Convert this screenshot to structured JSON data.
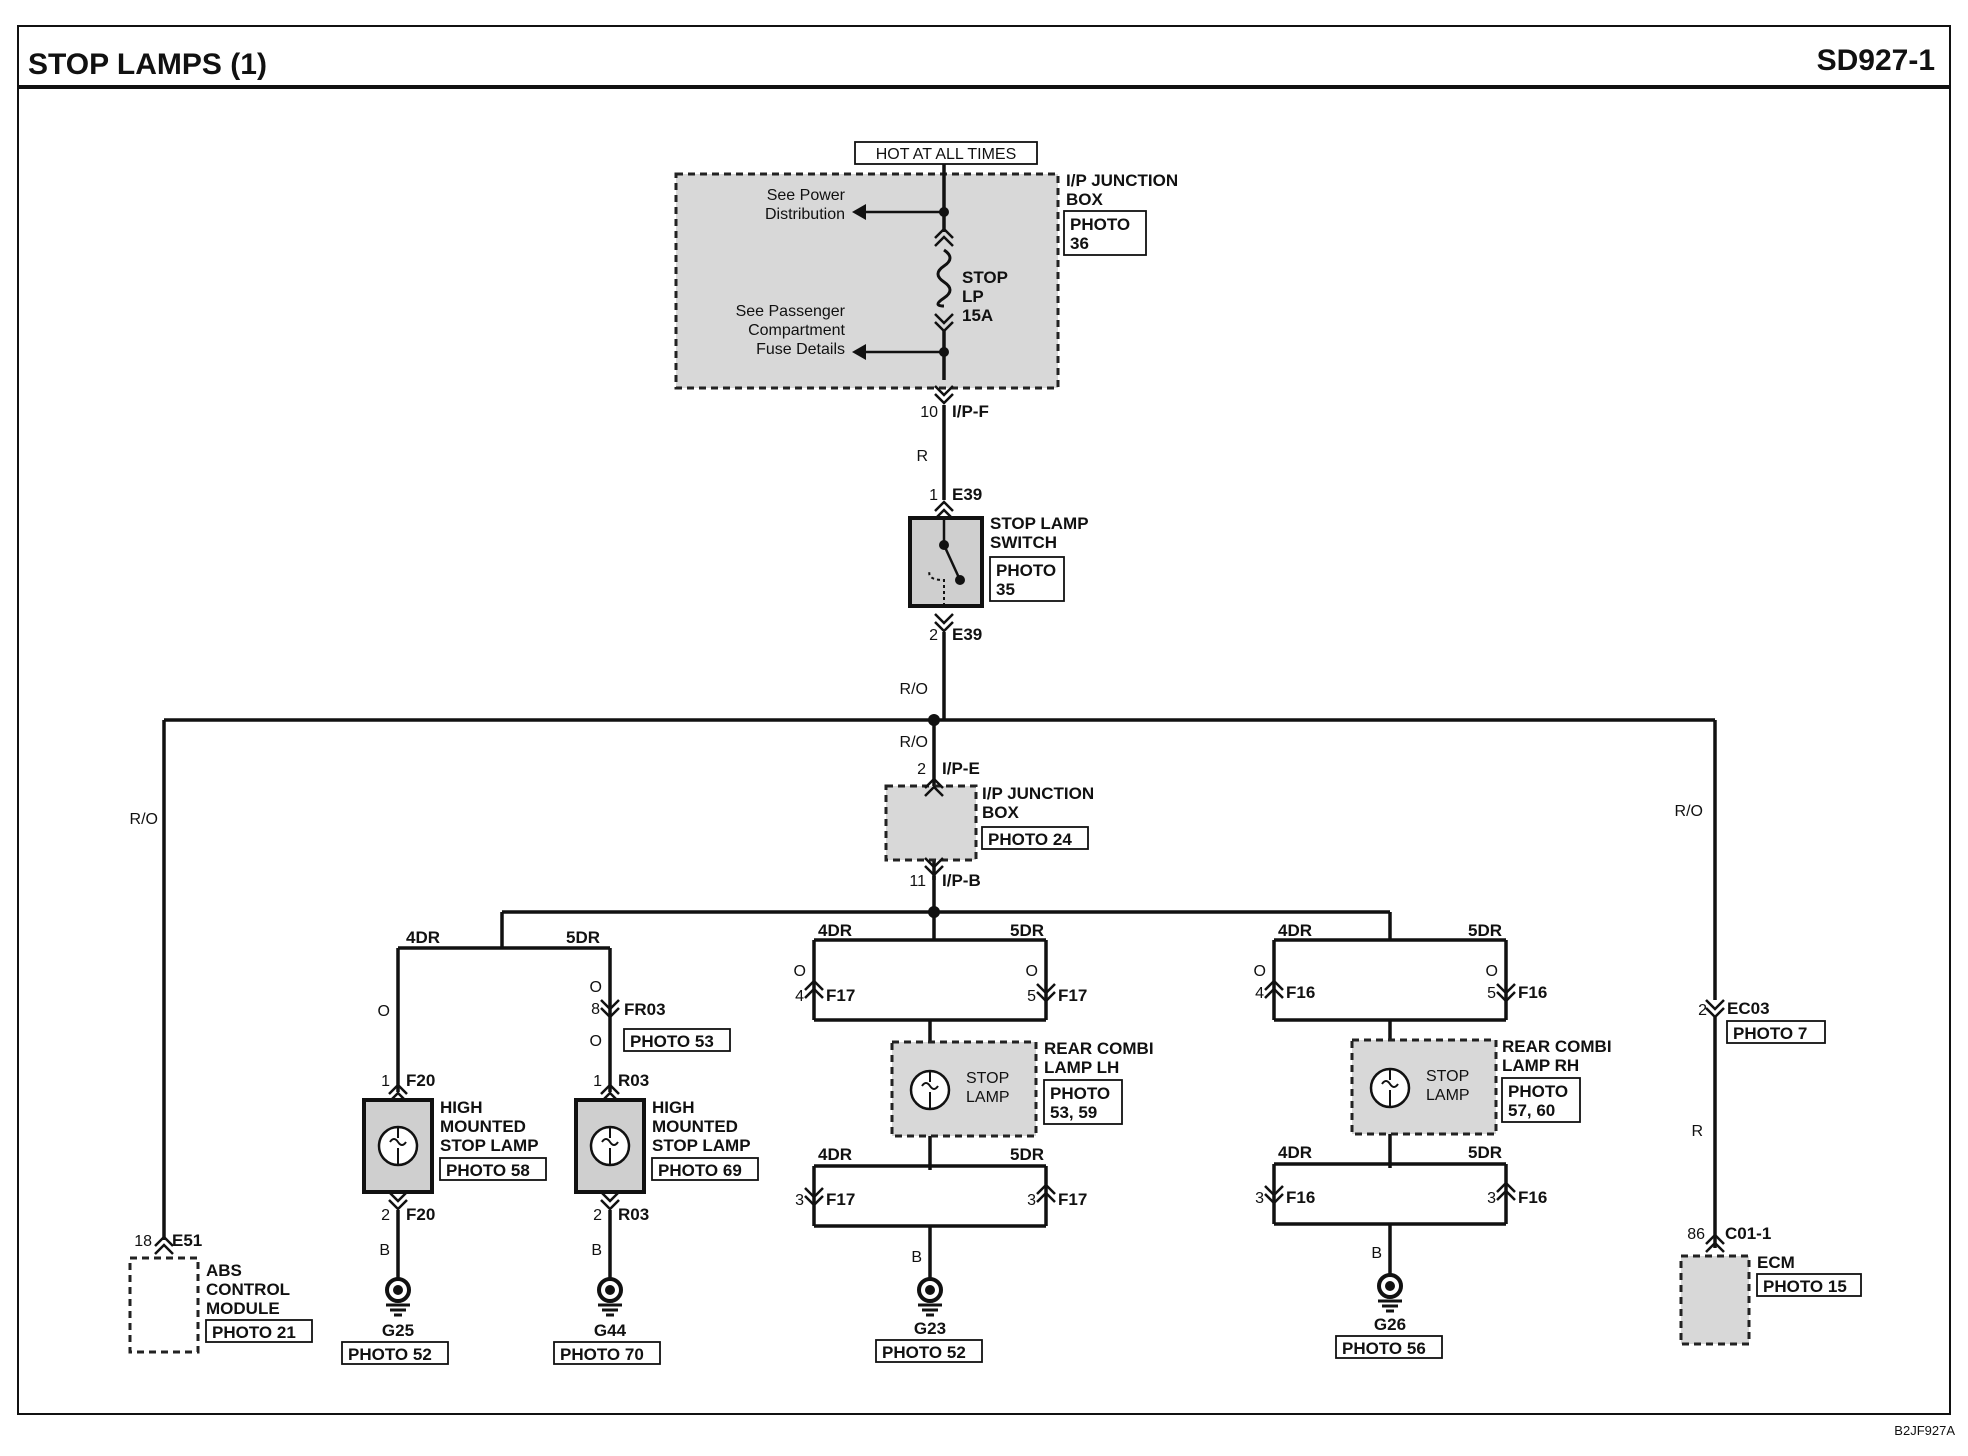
{
  "title": "STOP LAMPS (1)",
  "page_code": "SD927-1",
  "figure_code": "B2JF927A",
  "power": {
    "hot_label": "HOT AT ALL TIMES",
    "jb_name_1": "I/P JUNCTION",
    "jb_name_2": "BOX",
    "jb_photo_1": "PHOTO",
    "jb_photo_2": "36",
    "see_power_1": "See Power",
    "see_power_2": "Distribution",
    "see_fuse_1": "See Passenger",
    "see_fuse_2": "Compartment",
    "see_fuse_3": "Fuse Details",
    "fuse_1": "STOP",
    "fuse_2": "LP",
    "fuse_3": "15A",
    "out_pin": "10",
    "out_conn": "I/P-F",
    "wire": "R"
  },
  "switch": {
    "in_pin": "1",
    "in_conn": "E39",
    "name_1": "STOP LAMP",
    "name_2": "SWITCH",
    "photo_1": "PHOTO",
    "photo_2": "35",
    "out_pin": "2",
    "out_conn": "E39",
    "wire": "R/O"
  },
  "center_jb": {
    "wire": "R/O",
    "in_pin": "2",
    "in_conn": "I/P-E",
    "name_1": "I/P JUNCTION",
    "name_2": "BOX",
    "photo": "PHOTO 24",
    "out_pin": "11",
    "out_conn": "I/P-B"
  },
  "abs": {
    "wire": "R/O",
    "pin": "18",
    "conn": "E51",
    "name_1": "ABS",
    "name_2": "CONTROL",
    "name_3": "MODULE",
    "photo": "PHOTO 21"
  },
  "ecm": {
    "wire_top": "R/O",
    "pin_a": "2",
    "conn_a": "EC03",
    "photo_a": "PHOTO 7",
    "wire_bottom": "R",
    "pin_b": "86",
    "conn_b": "C01-1",
    "name": "ECM",
    "photo": "PHOTO 15"
  },
  "hmsl_4dr": {
    "variant": "4DR",
    "wire_in": "O",
    "pin_in": "1",
    "conn_in": "F20",
    "name_1": "HIGH",
    "name_2": "MOUNTED",
    "name_3": "STOP LAMP",
    "photo": "PHOTO 58",
    "pin_out": "2",
    "conn_out": "F20",
    "wire_out": "B",
    "ground": "G25",
    "ground_photo": "PHOTO 52"
  },
  "hmsl_5dr": {
    "variant": "5DR",
    "wire_a": "O",
    "pin_a": "8",
    "conn_a": "FR03",
    "photo_a": "PHOTO 53",
    "wire_in": "O",
    "pin_in": "1",
    "conn_in": "R03",
    "name_1": "HIGH",
    "name_2": "MOUNTED",
    "name_3": "STOP LAMP",
    "photo": "PHOTO 69",
    "pin_out": "2",
    "conn_out": "R03",
    "wire_out": "B",
    "ground": "G44",
    "ground_photo": "PHOTO 70"
  },
  "combi_lh": {
    "var_a": "4DR",
    "var_b": "5DR",
    "wire_a": "O",
    "wire_b": "O",
    "pin_a": "4",
    "conn_a": "F17",
    "pin_b": "5",
    "conn_b": "F17",
    "name_1": "REAR COMBI",
    "name_2": "LAMP LH",
    "photo_1": "PHOTO",
    "photo_2": "53, 59",
    "lamp_1": "STOP",
    "lamp_2": "LAMP",
    "var_c": "4DR",
    "var_d": "5DR",
    "pin_c": "3",
    "conn_c": "F17",
    "pin_d": "3",
    "conn_d": "F17",
    "wire_out": "B",
    "ground": "G23",
    "ground_photo": "PHOTO 52"
  },
  "combi_rh": {
    "var_a": "4DR",
    "var_b": "5DR",
    "wire_a": "O",
    "wire_b": "O",
    "pin_a": "4",
    "conn_a": "F16",
    "pin_b": "5",
    "conn_b": "F16",
    "name_1": "REAR COMBI",
    "name_2": "LAMP RH",
    "photo_1": "PHOTO",
    "photo_2": "57, 60",
    "lamp_1": "STOP",
    "lamp_2": "LAMP",
    "var_c": "4DR",
    "var_d": "5DR",
    "pin_c": "3",
    "conn_c": "F16",
    "pin_d": "3",
    "conn_d": "F16",
    "wire_out": "B",
    "ground": "G26",
    "ground_photo": "PHOTO 56"
  }
}
